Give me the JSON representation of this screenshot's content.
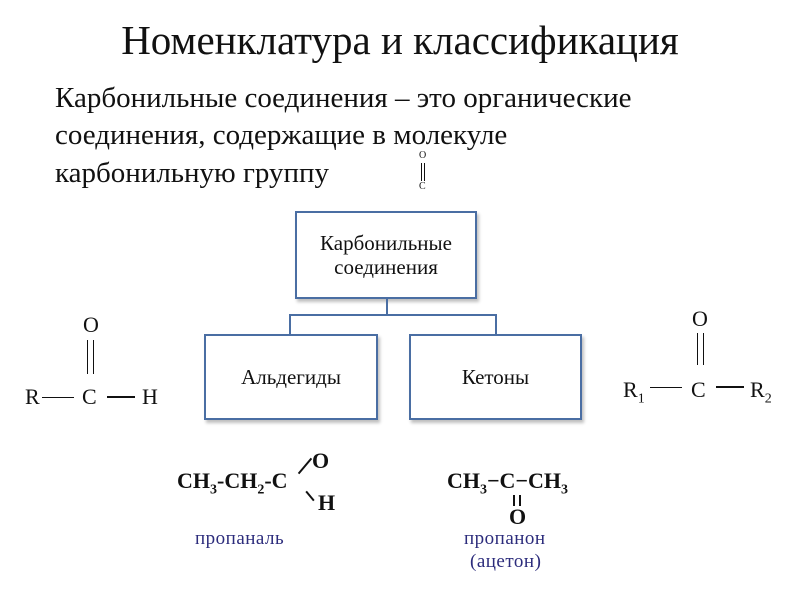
{
  "title": "Номенклатура и классификация",
  "definition": [
    "Карбонильные соединения – это органические",
    "соединения, содержащие в молекуле",
    "карбонильную группу"
  ],
  "carbonyl_group": {
    "top": "O",
    "bottom": "C"
  },
  "diagram": {
    "root": [
      "Карбонильные",
      "соединения"
    ],
    "children": [
      "Альдегиды",
      "Кетоны"
    ]
  },
  "aldehyde_formula": {
    "r": "R",
    "c": "C",
    "h": "H",
    "o": "O"
  },
  "ketone_formula": {
    "r1": "R",
    "r1_sub": "1",
    "c": "C",
    "r2": "R",
    "r2_sub": "2",
    "o": "O"
  },
  "examples": {
    "propanal": {
      "formula_main": "CH",
      "sub3": "3",
      "mid": "-CH",
      "sub2": "2",
      "end": "-C",
      "o": "O",
      "h": "H",
      "name": "пропаналь"
    },
    "propanone": {
      "formula_main": "CH",
      "sub3": "3",
      "mid": "−C−CH",
      "sub3b": "3",
      "o": "O",
      "name": "пропанон",
      "alt_name": "(ацетон)"
    }
  }
}
